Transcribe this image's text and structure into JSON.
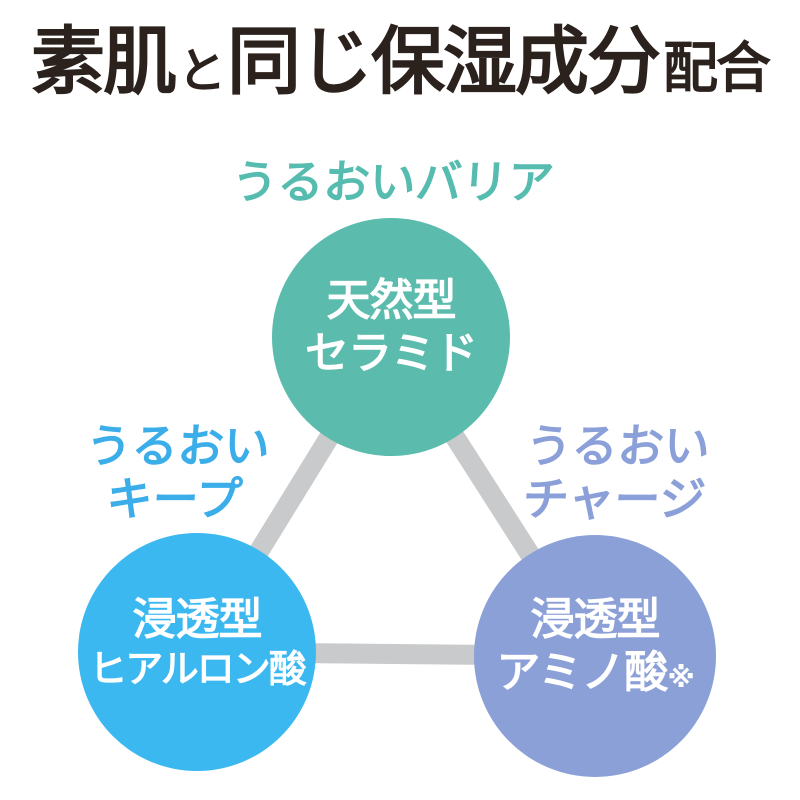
{
  "colors": {
    "title": "#2B211D",
    "connector": "#C9CACB",
    "background": "#FFFFFF"
  },
  "title": {
    "segments": [
      {
        "text": "素肌"
      },
      {
        "text": "と"
      },
      {
        "text": "同じ保湿成分"
      },
      {
        "text": "配合"
      }
    ]
  },
  "nodes": [
    {
      "id": "natural-ceramide",
      "tag": "うるおいバリア",
      "tag_color": "#56BCAF",
      "circle_color": "#5BBCAE",
      "lines": [
        "天然型",
        "セラミド"
      ]
    },
    {
      "id": "penetrating-hyaluronic-acid",
      "tag_lines": [
        "うるおい",
        "キープ"
      ],
      "tag_color": "#3BAEEA",
      "circle_color": "#3CB8F0",
      "lines": [
        "浸透型",
        "ヒアルロン酸"
      ]
    },
    {
      "id": "penetrating-amino-acid",
      "tag_lines": [
        "うるおい",
        "チャージ"
      ],
      "tag_color": "#8B9FD8",
      "circle_color": "#8CA0D8",
      "lines": [
        "浸透型",
        "アミノ酸"
      ],
      "footnote_mark": "※"
    }
  ]
}
